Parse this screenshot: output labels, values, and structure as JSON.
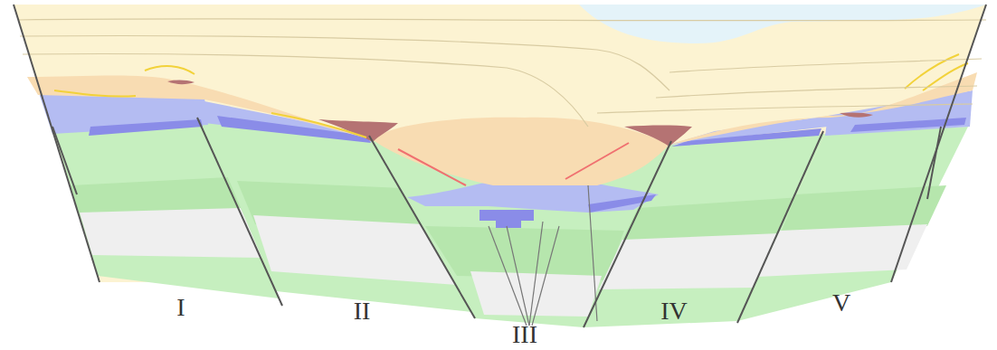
{
  "diagram": {
    "labels": [
      "I",
      "II",
      "III",
      "IV",
      "V"
    ]
  }
}
